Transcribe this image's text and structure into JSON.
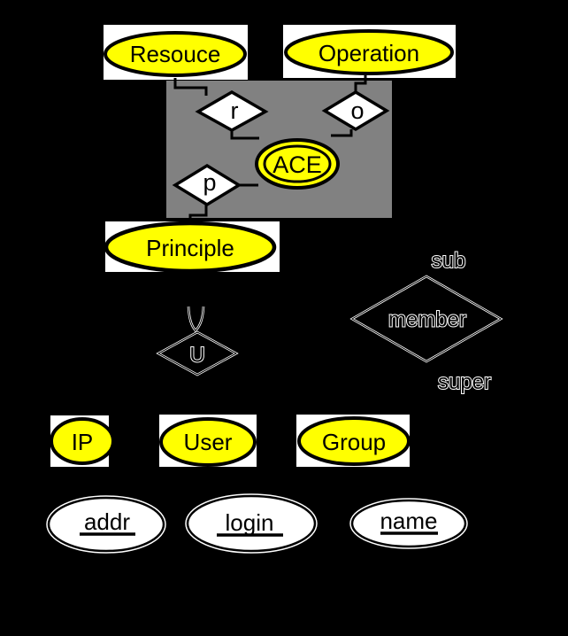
{
  "diagram": {
    "title": "ACE entity-relationship diagram",
    "colors": {
      "background": "#000000",
      "entity_fill": "#ffff00",
      "container_fill": "#818181",
      "cell_background": "#ffffff",
      "outline": "#000000",
      "halo": "#ffffff"
    },
    "entities": [
      {
        "label": "Resouce"
      },
      {
        "label": "Operation"
      },
      {
        "label": "Principle"
      },
      {
        "label": "IP"
      },
      {
        "label": "User"
      },
      {
        "label": "Group"
      }
    ],
    "aggregate": {
      "label": "ACE"
    },
    "relationships": [
      {
        "label": "r"
      },
      {
        "label": "o"
      },
      {
        "label": "p"
      },
      {
        "label": "U"
      },
      {
        "label": "member"
      }
    ],
    "annotations": {
      "sub": "sub",
      "super": "super"
    },
    "attributes": [
      {
        "label": "addr"
      },
      {
        "label": "login"
      },
      {
        "label": "name"
      }
    ]
  }
}
